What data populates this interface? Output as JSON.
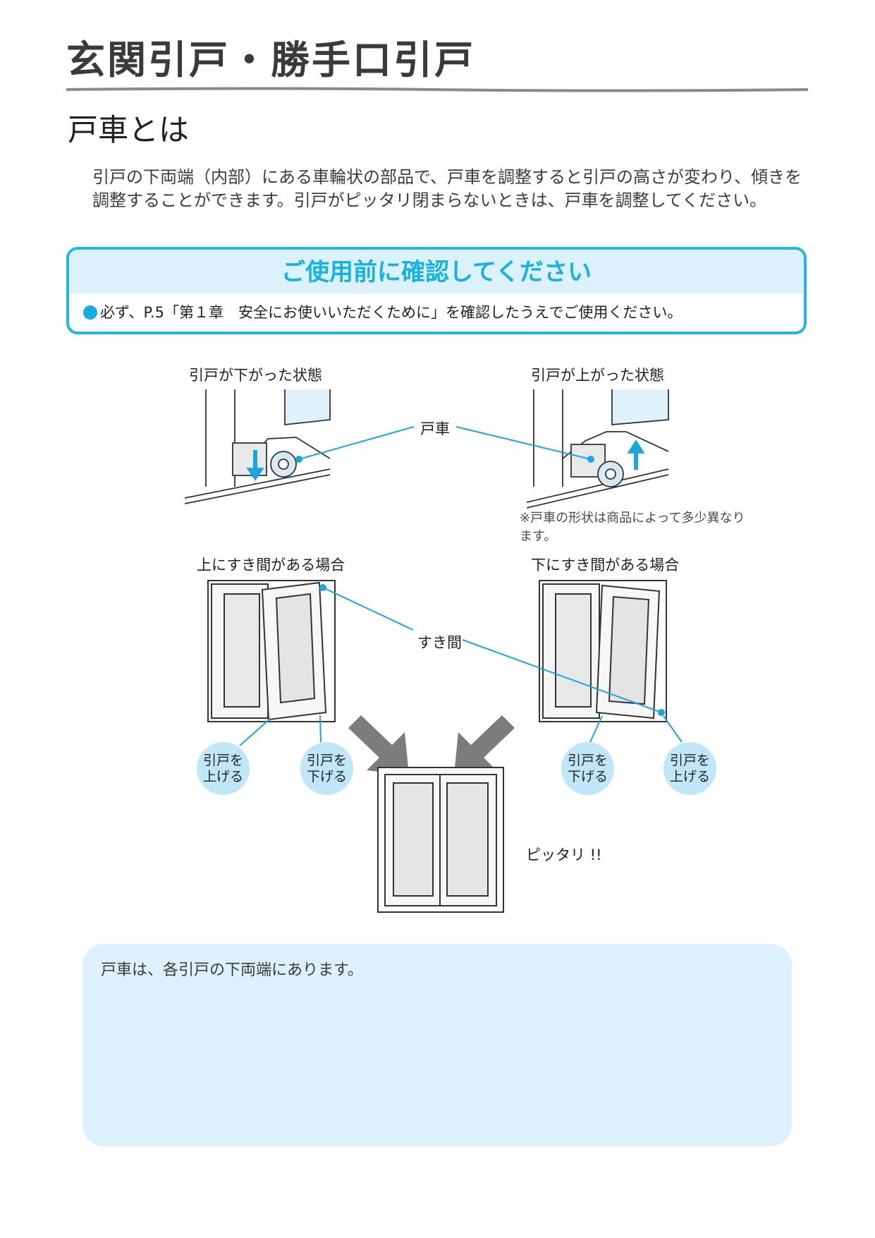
{
  "header": {
    "title": "玄関引戸・勝手口引戸"
  },
  "section": {
    "title": "戸車とは",
    "intro": "引戸の下両端（内部）にある車輪状の部品で、戸車を調整すると引戸の高さが変わり、傾きを調整することができます。引戸がピッタリ閉まらないときは、戸車を調整してください。"
  },
  "notice": {
    "title": "ご使用前に確認してください",
    "text": "必ず、P.5「第１章　安全にお使いいただくために」を確認したうえでご使用ください。"
  },
  "diagram": {
    "lowered_caption": "引戸が下がった状態",
    "raised_caption": "引戸が上がった状態",
    "roller_label": "戸車",
    "shape_note": "※戸車の形状は商品によって多少異なります。",
    "gap_top_caption": "上にすき間がある場合",
    "gap_bottom_caption": "下にすき間がある場合",
    "gap_label": "すき間",
    "raise_door": "引戸を上げる",
    "lower_door": "引戸を下げる",
    "result_label": "ピッタリ !!"
  },
  "bottom": {
    "text": "戸車は、各引戸の下両端にあります。"
  },
  "colors": {
    "accent": "#21b6e6",
    "panel": "#dcf1fb",
    "bubble": "#bfe7f8",
    "arrow": "#7c7c7c"
  }
}
